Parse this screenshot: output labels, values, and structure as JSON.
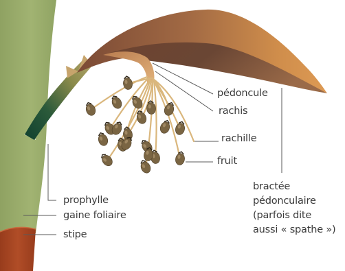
{
  "labels": {
    "pedoncule": "pédoncule",
    "rachis": "rachis",
    "rachille": "rachille",
    "fruit": "fruit",
    "prophylle": "prophylle",
    "gaine_foliaire": "gaine foliaire",
    "stipe": "stipe",
    "bractee": [
      "bractée",
      "pédonculaire",
      "(parfois dite",
      "aussi « spathe »)"
    ]
  },
  "colors": {
    "leaf_sheath": "#97aa68",
    "stipe": "#a44422",
    "prophyll_dark": "#1b4f3a",
    "bract_brown": "#7b4a33",
    "bract_orange": "#d48f49",
    "rachilla": "#dab77d",
    "fruit": "#7a6543",
    "leader_line": "#555555"
  }
}
